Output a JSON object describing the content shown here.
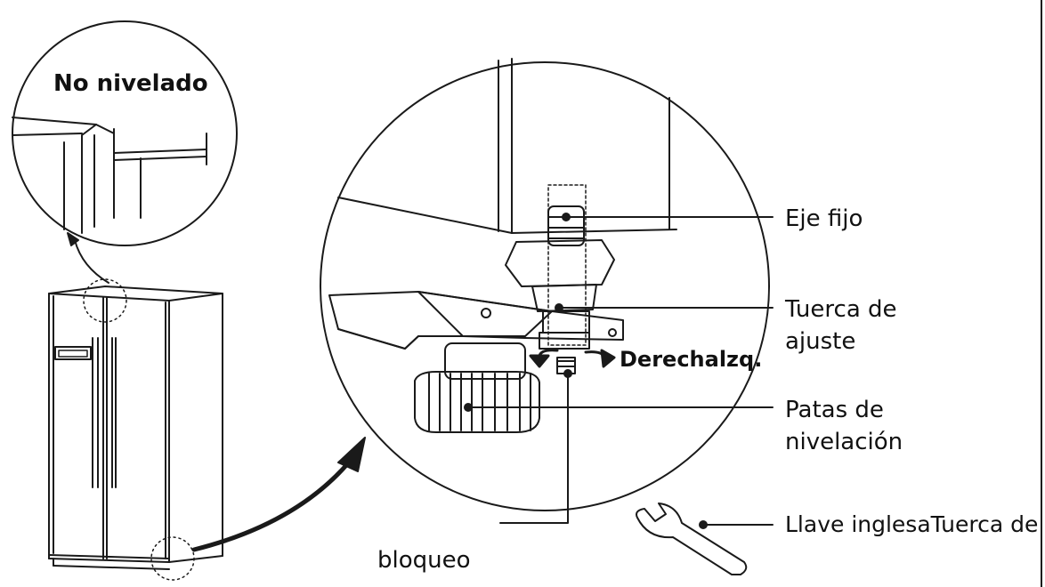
{
  "labels": {
    "not_level": "No nivelado",
    "fixed_axis": "Eje fijo",
    "adjust_nut": "Tuerca de\najuste",
    "leveling_feet": "Patas de\nnivelación",
    "wrench": "Llave inglesaTuerca de",
    "lock": "bloqueo",
    "direction": "Derechalzq."
  }
}
